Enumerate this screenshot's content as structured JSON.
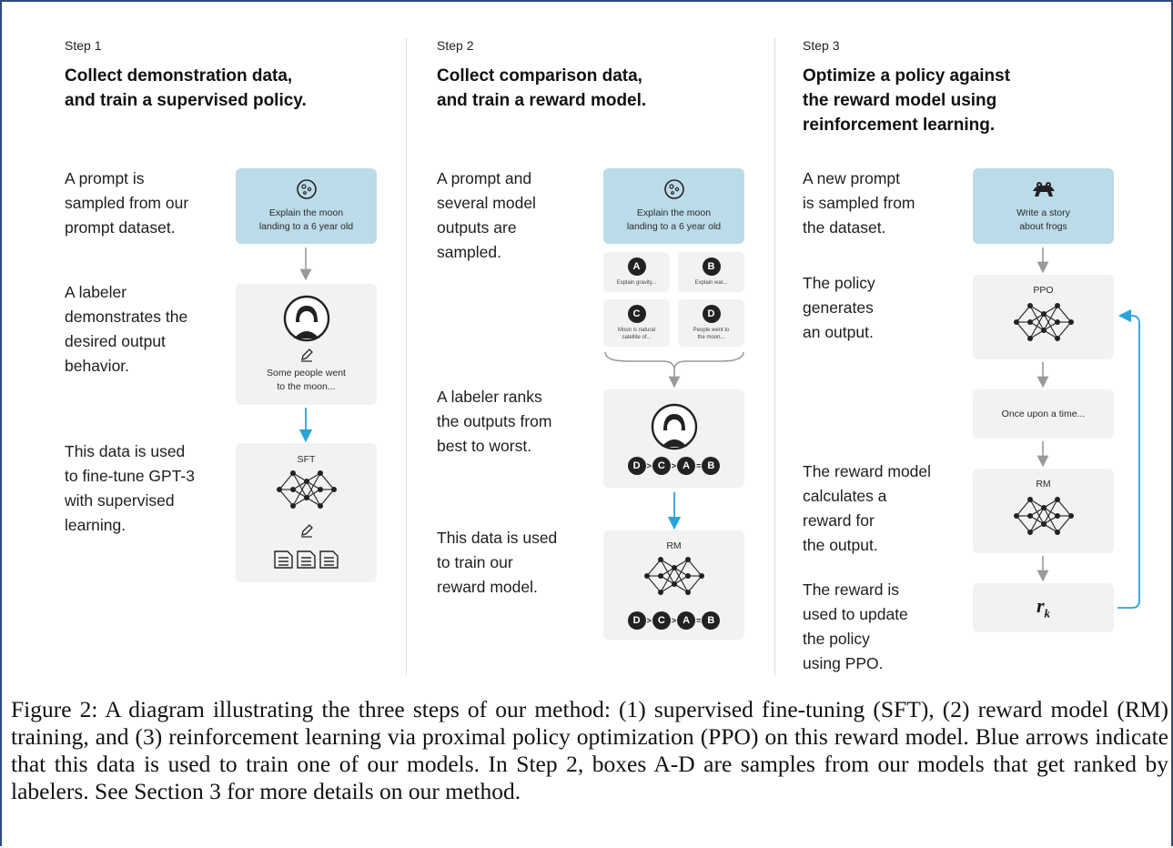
{
  "step1": {
    "label": "Step 1",
    "title1": "Collect demonstration data,",
    "title2": "and train a supervised policy.",
    "desc1": [
      "A prompt is",
      "sampled from our",
      "prompt dataset."
    ],
    "desc2": [
      "A labeler",
      "demonstrates the",
      "desired output",
      "behavior."
    ],
    "desc3": [
      "This data is used",
      "to fine-tune GPT-3",
      "with supervised",
      "learning."
    ],
    "prompt_box": [
      "Explain the moon",
      "landing to a 6 year old"
    ],
    "demo_box": [
      "Some people went",
      "to the moon..."
    ],
    "model_label": "SFT"
  },
  "step2": {
    "label": "Step 2",
    "title1": "Collect comparison data,",
    "title2": "and train a reward model.",
    "desc1": [
      "A prompt and",
      "several model",
      "outputs are",
      "sampled."
    ],
    "desc2": [
      "A labeler ranks",
      "the outputs from",
      "best to worst."
    ],
    "desc3": [
      "This data is used",
      "to train our",
      "reward model."
    ],
    "prompt_box": [
      "Explain the moon",
      "landing to a 6 year old"
    ],
    "outputs": [
      {
        "letter": "A",
        "text": [
          "Explain gravity..."
        ]
      },
      {
        "letter": "B",
        "text": [
          "Explain war..."
        ]
      },
      {
        "letter": "C",
        "text": [
          "Moon is natural",
          "satellite of..."
        ]
      },
      {
        "letter": "D",
        "text": [
          "People went to",
          "the moon..."
        ]
      }
    ],
    "ranking": [
      "D",
      ">",
      "C",
      ">",
      "A",
      "=",
      "B"
    ],
    "model_label": "RM"
  },
  "step3": {
    "label": "Step 3",
    "title1": "Optimize a policy against",
    "title2": "the reward model using",
    "title3": "reinforcement learning.",
    "desc1": [
      "A new prompt",
      "is sampled from",
      "the dataset."
    ],
    "desc2": [
      "The policy",
      "generates",
      "an output."
    ],
    "desc3": [
      "The reward model",
      "calculates a",
      "reward for",
      "the output."
    ],
    "desc4": [
      "The reward is",
      "used to update",
      "the policy",
      "using PPO."
    ],
    "prompt_box": [
      "Write a story",
      "about frogs"
    ],
    "policy_label": "PPO",
    "output_box": "Once upon a time...",
    "rm_label": "RM",
    "reward_symbol": "r",
    "reward_sub": "k"
  },
  "caption": "Figure 2: A diagram illustrating the three steps of our method: (1) supervised fine-tuning (SFT), (2) reward model (RM) training, and (3) reinforcement learning via proximal policy optimization (PPO) on this reward model. Blue arrows indicate that this data is used to train one of our models. In Step 2, boxes A-D are samples from our models that get ranked by labelers. See Section 3 for more details on our method.",
  "colors": {
    "blue_arrow": "#2aa3dc",
    "gray_arrow": "#9a9a9a",
    "prompt_box": "#bcdbe8",
    "box": "#f1f2f2",
    "frame": "#2f4d7a"
  },
  "icons": [
    "moon-icon",
    "labeler-avatar-icon",
    "pencil-icon",
    "neural-network-icon",
    "document-icon",
    "frog-icon"
  ]
}
